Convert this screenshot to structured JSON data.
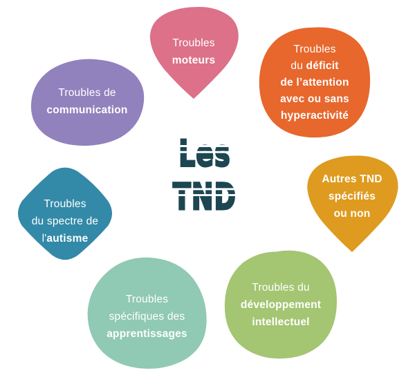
{
  "background_color": "#ffffff",
  "title": {
    "line1": "Les",
    "line2": "TND",
    "color": "#1c4652"
  },
  "blobs": [
    {
      "name": "troubles-moteurs",
      "color": "#dc7189",
      "lines": [
        {
          "segments": [
            {
              "text": "Troubles",
              "bold": false
            }
          ]
        },
        {
          "segments": [
            {
              "text": "moteurs",
              "bold": true
            }
          ]
        }
      ]
    },
    {
      "name": "troubles-de-communication",
      "color": "#9181bd",
      "lines": [
        {
          "segments": [
            {
              "text": "Troubles de",
              "bold": false
            }
          ]
        },
        {
          "segments": [
            {
              "text": "communication",
              "bold": true
            }
          ]
        }
      ]
    },
    {
      "name": "troubles-deficit-attention-hyperactivite",
      "color": "#e7672c",
      "lines": [
        {
          "segments": [
            {
              "text": "Troubles",
              "bold": false
            }
          ]
        },
        {
          "segments": [
            {
              "text": "du ",
              "bold": false
            },
            {
              "text": "déficit",
              "bold": true
            }
          ]
        },
        {
          "segments": [
            {
              "text": "de l’attention",
              "bold": true
            }
          ]
        },
        {
          "segments": [
            {
              "text": "avec ou sans",
              "bold": true
            }
          ]
        },
        {
          "segments": [
            {
              "text": "hyperactivité",
              "bold": true
            }
          ]
        }
      ]
    },
    {
      "name": "troubles-spectre-autisme",
      "color": "#3389a8",
      "lines": [
        {
          "segments": [
            {
              "text": "Troubles",
              "bold": false
            }
          ]
        },
        {
          "segments": [
            {
              "text": "du spectre de",
              "bold": false
            }
          ]
        },
        {
          "segments": [
            {
              "text": "l'",
              "bold": false
            },
            {
              "text": "autisme",
              "bold": true
            }
          ]
        }
      ]
    },
    {
      "name": "autres-tnd-specifies-ou-non",
      "color": "#de9b1f",
      "lines": [
        {
          "segments": [
            {
              "text": "Autres TND",
              "bold": true
            }
          ]
        },
        {
          "segments": [
            {
              "text": "spécifiés",
              "bold": true
            }
          ]
        },
        {
          "segments": [
            {
              "text": "ou non",
              "bold": true
            }
          ]
        }
      ]
    },
    {
      "name": "troubles-specifiques-apprentissages",
      "color": "#90c9b4",
      "lines": [
        {
          "segments": [
            {
              "text": "Troubles",
              "bold": false
            }
          ]
        },
        {
          "segments": [
            {
              "text": "spécifiques des",
              "bold": false
            }
          ]
        },
        {
          "segments": [
            {
              "text": "apprentissages",
              "bold": true
            }
          ]
        }
      ]
    },
    {
      "name": "troubles-developpement-intellectuel",
      "color": "#a4c572",
      "lines": [
        {
          "segments": [
            {
              "text": "Troubles du",
              "bold": false
            }
          ]
        },
        {
          "segments": [
            {
              "text": "développement",
              "bold": true
            }
          ]
        },
        {
          "segments": [
            {
              "text": "intellectuel",
              "bold": true
            }
          ]
        }
      ]
    }
  ]
}
